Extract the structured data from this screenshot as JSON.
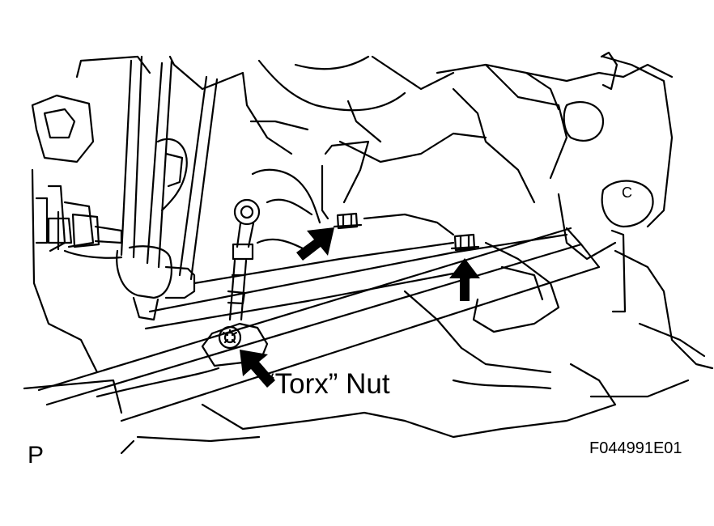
{
  "labels": {
    "callout": "“Torx” Nut",
    "view_letter": "P",
    "figure_code": "F044991E01",
    "mark": "C"
  },
  "colors": {
    "ink": "#000000",
    "paper": "#ffffff"
  },
  "icons": [
    "arrow-icon",
    "torx-nut-icon",
    "flange-nut-icon",
    "bolt-icon"
  ]
}
